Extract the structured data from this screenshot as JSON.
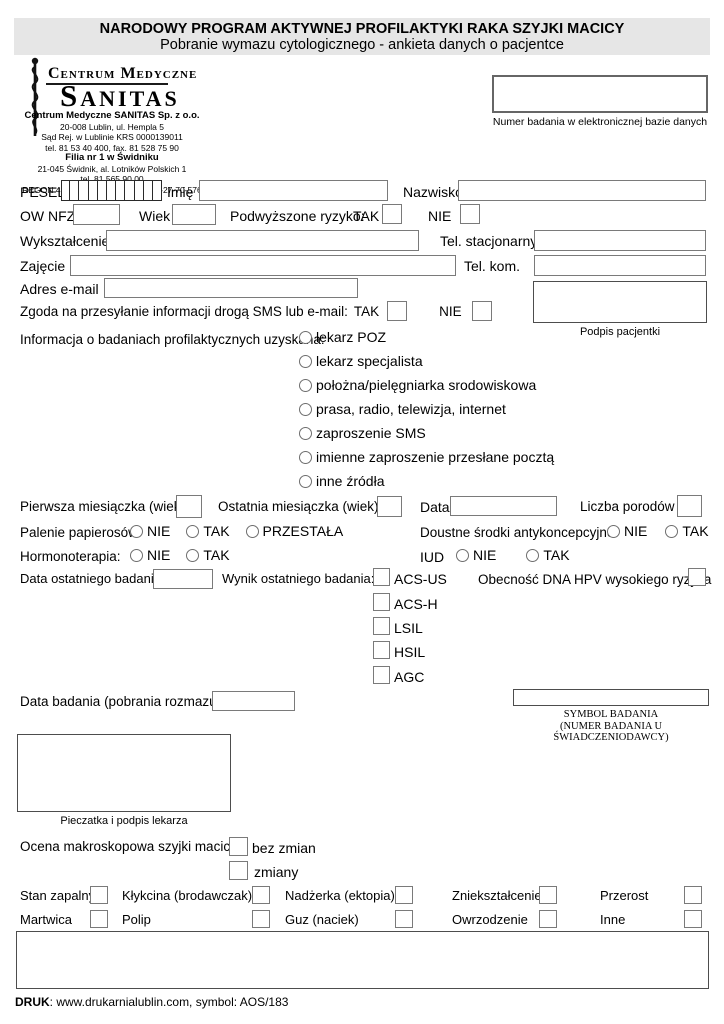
{
  "colors": {
    "band": "#e6e6e6",
    "border_gray": "#7a7a7a",
    "border_dark": "#4d4d4d",
    "text": "#000000"
  },
  "header": {
    "title": "NARODOWY PROGRAM AKTYWNEJ PROFILAKTYKI RAKA SZYJKI MACICY",
    "subtitle": "Pobranie wymazu cytologicznego - ankieta danych o pacjentce"
  },
  "clinic": {
    "brand_small": "Centrum Medyczne",
    "brand_large": "Sanitas",
    "lines": [
      "Centrum Medyczne SANITAS Sp. z o.o.",
      "20-008 Lublin,  ul. Hempla 5",
      "Sąd Rej. w Lublinie KRS 0000139011",
      "tel. 81 53 40 400,  fax. 81 528 75 90",
      "Filia nr 1 w Świdniku",
      "21-045 Świdnik,  al. Lotników Polskich 1",
      "tel. 81 565 90 00",
      "REGON 432527566-00036,  NIP 712-27-70-576"
    ]
  },
  "exam_number": {
    "caption": "Numer badania w elektronicznej bazie danych"
  },
  "patient": {
    "pesel": "PESEL",
    "imie": "Imię",
    "nazwisko": "Nazwisko",
    "ow_nfz": "OW NFZ",
    "wiek": "Wiek",
    "ryzyko": "Podwyższone ryzyko:",
    "tak": "TAK",
    "nie": "NIE",
    "wyksztalcenie": "Wykształcenie",
    "tel_stacjonarny": "Tel. stacjonarny",
    "zajecie": "Zajęcie",
    "tel_kom": "Tel. kom.",
    "email": "Adres e-mail",
    "zgoda": "Zgoda na przesyłanie informacji drogą SMS lub e-mail:",
    "podpis_caption": "Podpis pacjentki"
  },
  "info_source": {
    "label": "Informacja o badaniach profilaktycznych uzyskana:",
    "options": [
      "lekarz POZ",
      "lekarz specjalista",
      "położna/pielęgniarka srodowiskowa",
      "prasa, radio, telewizja, internet",
      "zaproszenie SMS",
      "imienne zaproszenie przesłane pocztą",
      "inne źródła"
    ]
  },
  "history": {
    "pierwsza": "Pierwsza miesiączka (wiek)",
    "ostatnia": "Ostatnia miesiączka (wiek)",
    "data": "Data",
    "liczba_porodow": "Liczba porodów",
    "palenie": "Palenie papierosów",
    "przestala": "PRZESTAŁA",
    "doustne": "Doustne środki antykoncepcyjne",
    "hormonoterapia": "Hormonoterapia:",
    "iud": "IUD",
    "nie": "NIE",
    "tak": "TAK"
  },
  "last_exam": {
    "data_label": "Data ostatniego badania",
    "wynik_label": "Wynik ostatniego badania:",
    "options": [
      "ACS-US",
      "ACS-H",
      "LSIL",
      "HSIL",
      "AGC"
    ],
    "hpv": "Obecność DNA HPV wysokiego ryzyka"
  },
  "exam": {
    "data_badania": "Data badania (pobrania rozmazu)",
    "symbol1": "SYMBOL BADANIA",
    "symbol2": "(NUMER BADANIA U ŚWIADCZENIODAWCY)",
    "pieczatka": "Pieczatka i podpis lekarza"
  },
  "macro": {
    "label": "Ocena makroskopowa szyjki macicy:",
    "opt1": "bez zmian",
    "opt2": "zmiany"
  },
  "findings": {
    "row1": [
      "Stan zapalny",
      "Kłykcina (brodawczak)",
      "Nadżerka (ektopia)",
      "Zniekształcenie",
      "Przerost"
    ],
    "row2": [
      "Martwica",
      "Polip",
      "Guz (naciek)",
      "Owrzodzenie",
      "Inne"
    ]
  },
  "footer": {
    "bold": "DRUK",
    "rest": ": www.drukarnialublin.com, symbol: AOS/183"
  }
}
